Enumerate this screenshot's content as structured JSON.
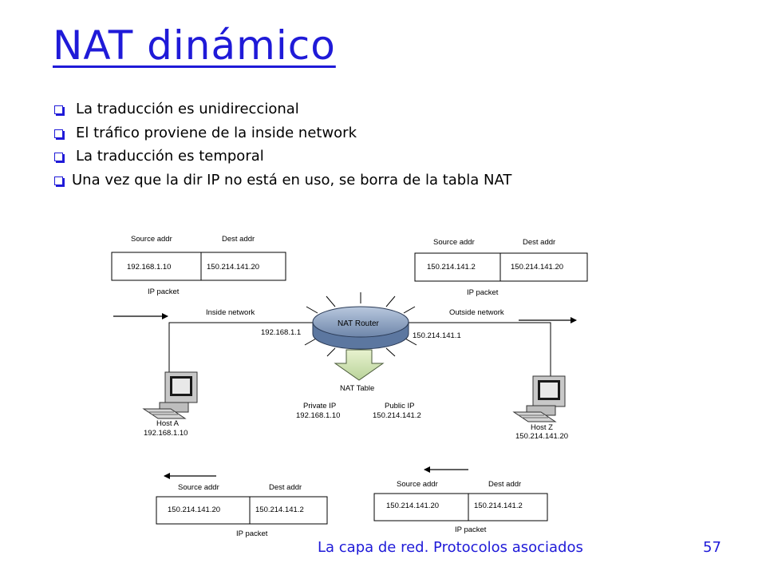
{
  "slide": {
    "title": "NAT dinámico",
    "bullets": [
      "La traducción es unidireccional",
      "El tráfico proviene de la inside network",
      "La traducción es temporal",
      "Una vez que la dir IP no está en uso, se borra de la tabla NAT"
    ],
    "footer": "La capa de red. Protocolos asociados",
    "page_number": "57"
  },
  "diagram": {
    "packet_top_left": {
      "source_label": "Source addr",
      "dest_label": "Dest addr",
      "source": "192.168.1.10",
      "dest": "150.214.141.20",
      "caption": "IP packet"
    },
    "packet_top_right": {
      "source_label": "Source addr",
      "dest_label": "Dest addr",
      "source": "150.214.141.2",
      "dest": "150.214.141.20",
      "caption": "IP packet"
    },
    "packet_bottom_left": {
      "source_label": "Source addr",
      "dest_label": "Dest addr",
      "source": "150.214.141.20",
      "dest": "150.214.141.2",
      "caption": "IP packet"
    },
    "packet_bottom_right": {
      "source_label": "Source addr",
      "dest_label": "Dest addr",
      "source": "150.214.141.20",
      "dest": "150.214.141.2",
      "caption": "IP packet"
    },
    "inside_network_label": "Inside network",
    "outside_network_label": "Outside network",
    "router_label": "NAT Router",
    "router_inside_ip": "192.168.1.1",
    "router_outside_ip": "150.214.141.1",
    "nat_table": {
      "label": "NAT Table",
      "private_header": "Private IP",
      "public_header": "Public   IP",
      "private_value": "192.168.1.10",
      "public_value": "150.214.141.2"
    },
    "host_a": {
      "name": "Host A",
      "ip": "192.168.1.10"
    },
    "host_z": {
      "name": "Host Z",
      "ip": "150.214.141.20"
    }
  }
}
